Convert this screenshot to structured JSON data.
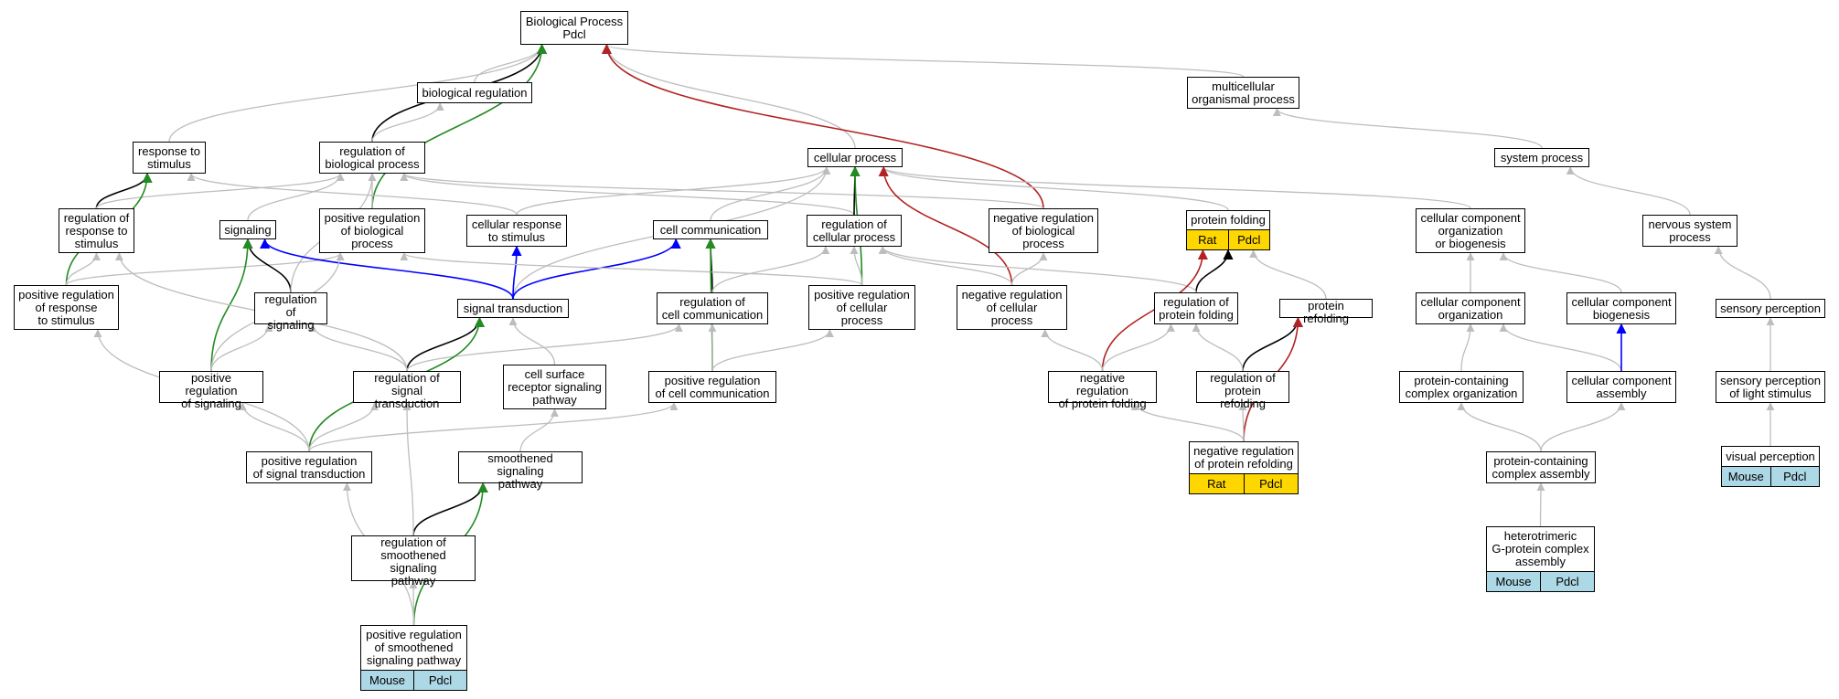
{
  "colors": {
    "is_a": "#bdbdbd",
    "part_of": "#000000",
    "positively_regulates": "#228b22",
    "negatively_regulates": "#b22222",
    "regulates": "#0000ff",
    "annotation_rat": "#ffd700",
    "annotation_mouse": "#add8e6"
  },
  "nodes": {
    "bp": {
      "label": "Biological Process\nPdcl"
    },
    "bioreg": {
      "label": "biological regulation"
    },
    "multi": {
      "label": "multicellular\norganismal process"
    },
    "resp": {
      "label": "response to\nstimulus"
    },
    "regbp": {
      "label": "regulation of\nbiological process"
    },
    "cellproc": {
      "label": "cellular process"
    },
    "sysproc": {
      "label": "system process"
    },
    "regresp": {
      "label": "regulation of\nresponse to\nstimulus"
    },
    "signaling": {
      "label": "signaling"
    },
    "posregbp": {
      "label": "positive regulation\nof biological\nprocess"
    },
    "cellresp": {
      "label": "cellular response\nto stimulus"
    },
    "cellcomm": {
      "label": "cell communication"
    },
    "regcellproc": {
      "label": "regulation of\ncellular process"
    },
    "negregbp": {
      "label": "negative regulation\nof biological\nprocess"
    },
    "protfold": {
      "label": "protein folding",
      "annotations": [
        "Rat",
        "Pdcl"
      ]
    },
    "ccob": {
      "label": "cellular component\norganization\nor biogenesis"
    },
    "nerv": {
      "label": "nervous system\nprocess"
    },
    "posregresp": {
      "label": "positive regulation\nof response\nto stimulus"
    },
    "regsig": {
      "label": "regulation of\nsignaling"
    },
    "sigtrans": {
      "label": "signal transduction"
    },
    "regcellcomm": {
      "label": "regulation of\ncell communication"
    },
    "posregcellproc": {
      "label": "positive regulation\nof cellular\nprocess"
    },
    "negregcellproc": {
      "label": "negative regulation\nof cellular\nprocess"
    },
    "regprotfold": {
      "label": "regulation of\nprotein folding"
    },
    "protrefold": {
      "label": "protein refolding"
    },
    "ccorg": {
      "label": "cellular component\norganization"
    },
    "ccbio": {
      "label": "cellular component\nbiogenesis"
    },
    "sensperc": {
      "label": "sensory perception"
    },
    "posregsig": {
      "label": "positive regulation\nof signaling"
    },
    "regsigtrans": {
      "label": "regulation of\nsignal transduction"
    },
    "cellsurf": {
      "label": "cell surface\nreceptor signaling\npathway"
    },
    "posregcellcomm": {
      "label": "positive regulation\nof cell communication"
    },
    "negregprotfold": {
      "label": "negative regulation\nof protein folding"
    },
    "regprotrefold": {
      "label": "regulation of\nprotein refolding"
    },
    "pcorg": {
      "label": "protein-containing\ncomplex organization"
    },
    "ccasm": {
      "label": "cellular component\nassembly"
    },
    "senslight": {
      "label": "sensory perception\nof light stimulus"
    },
    "posregsigtrans": {
      "label": "positive regulation\nof signal transduction"
    },
    "smooth": {
      "label": "smoothened signaling\npathway"
    },
    "negregprotrefold": {
      "label": "negative regulation\nof protein refolding",
      "annotations": [
        "Rat",
        "Pdcl"
      ]
    },
    "pcasm": {
      "label": "protein-containing\ncomplex assembly"
    },
    "visperc": {
      "label": "visual perception",
      "annotations": [
        "Mouse",
        "Pdcl"
      ]
    },
    "regsmooth": {
      "label": "regulation of\nsmoothened signaling\npathway"
    },
    "hetero": {
      "label": "heterotrimeric\nG-protein complex\nassembly",
      "annotations": [
        "Mouse",
        "Pdcl"
      ]
    },
    "posregsmooth": {
      "label": "positive regulation\nof smoothened\nsignaling pathway",
      "annotations": [
        "Mouse",
        "Pdcl"
      ]
    }
  },
  "edges": [
    {
      "from": "bioreg",
      "to": "bp",
      "type": "is_a"
    },
    {
      "from": "multi",
      "to": "bp",
      "type": "is_a"
    },
    {
      "from": "resp",
      "to": "bp",
      "type": "is_a"
    },
    {
      "from": "regbp",
      "to": "bp",
      "type": "part_of"
    },
    {
      "from": "regbp",
      "to": "bioreg",
      "type": "is_a"
    },
    {
      "from": "posregbp",
      "to": "bp",
      "type": "positively_regulates"
    },
    {
      "from": "cellproc",
      "to": "bp",
      "type": "is_a"
    },
    {
      "from": "negregbp",
      "to": "bp",
      "type": "negatively_regulates"
    },
    {
      "from": "sysproc",
      "to": "multi",
      "type": "is_a"
    },
    {
      "from": "regresp",
      "to": "resp",
      "type": "part_of"
    },
    {
      "from": "regresp",
      "to": "regbp",
      "type": "is_a"
    },
    {
      "from": "cellresp",
      "to": "resp",
      "type": "is_a"
    },
    {
      "from": "signaling",
      "to": "regbp",
      "type": "is_a"
    },
    {
      "from": "posregbp",
      "to": "regbp",
      "type": "is_a"
    },
    {
      "from": "regcellproc",
      "to": "regbp",
      "type": "is_a"
    },
    {
      "from": "negregbp",
      "to": "regbp",
      "type": "is_a"
    },
    {
      "from": "cellresp",
      "to": "cellproc",
      "type": "is_a"
    },
    {
      "from": "cellcomm",
      "to": "cellproc",
      "type": "is_a"
    },
    {
      "from": "regcellproc",
      "to": "cellproc",
      "type": "part_of"
    },
    {
      "from": "protfold",
      "to": "cellproc",
      "type": "is_a"
    },
    {
      "from": "ccob",
      "to": "cellproc",
      "type": "is_a"
    },
    {
      "from": "sigtrans",
      "to": "cellproc",
      "type": "is_a"
    },
    {
      "from": "posregcellproc",
      "to": "cellproc",
      "type": "positively_regulates"
    },
    {
      "from": "negregcellproc",
      "to": "cellproc",
      "type": "negatively_regulates"
    },
    {
      "from": "nerv",
      "to": "sysproc",
      "type": "is_a"
    },
    {
      "from": "posregresp",
      "to": "resp",
      "type": "positively_regulates"
    },
    {
      "from": "posregresp",
      "to": "regresp",
      "type": "is_a"
    },
    {
      "from": "posregresp",
      "to": "posregbp",
      "type": "is_a"
    },
    {
      "from": "regsig",
      "to": "signaling",
      "type": "part_of"
    },
    {
      "from": "regsig",
      "to": "regbp",
      "type": "is_a"
    },
    {
      "from": "sigtrans",
      "to": "signaling",
      "type": "regulates"
    },
    {
      "from": "sigtrans",
      "to": "cellresp",
      "type": "regulates"
    },
    {
      "from": "sigtrans",
      "to": "cellcomm",
      "type": "regulates"
    },
    {
      "from": "regcellcomm",
      "to": "cellcomm",
      "type": "part_of"
    },
    {
      "from": "regcellcomm",
      "to": "regcellproc",
      "type": "is_a"
    },
    {
      "from": "posregcellproc",
      "to": "regcellproc",
      "type": "is_a"
    },
    {
      "from": "posregcellproc",
      "to": "posregbp",
      "type": "is_a"
    },
    {
      "from": "negregcellproc",
      "to": "regcellproc",
      "type": "is_a"
    },
    {
      "from": "negregcellproc",
      "to": "negregbp",
      "type": "is_a"
    },
    {
      "from": "regprotfold",
      "to": "protfold",
      "type": "part_of"
    },
    {
      "from": "regprotfold",
      "to": "regcellproc",
      "type": "is_a"
    },
    {
      "from": "protrefold",
      "to": "protfold",
      "type": "is_a"
    },
    {
      "from": "ccorg",
      "to": "ccob",
      "type": "is_a"
    },
    {
      "from": "ccbio",
      "to": "ccob",
      "type": "is_a"
    },
    {
      "from": "sensperc",
      "to": "nerv",
      "type": "is_a"
    },
    {
      "from": "posregsig",
      "to": "signaling",
      "type": "positively_regulates"
    },
    {
      "from": "posregsig",
      "to": "regsig",
      "type": "is_a"
    },
    {
      "from": "posregsig",
      "to": "posregbp",
      "type": "is_a"
    },
    {
      "from": "regsigtrans",
      "to": "sigtrans",
      "type": "part_of"
    },
    {
      "from": "regsigtrans",
      "to": "regsig",
      "type": "is_a"
    },
    {
      "from": "regsigtrans",
      "to": "regresp",
      "type": "is_a"
    },
    {
      "from": "regsigtrans",
      "to": "regcellcomm",
      "type": "is_a"
    },
    {
      "from": "cellsurf",
      "to": "sigtrans",
      "type": "is_a"
    },
    {
      "from": "posregcellcomm",
      "to": "cellcomm",
      "type": "positively_regulates"
    },
    {
      "from": "posregcellcomm",
      "to": "regcellcomm",
      "type": "is_a"
    },
    {
      "from": "posregcellcomm",
      "to": "posregcellproc",
      "type": "is_a"
    },
    {
      "from": "negregprotfold",
      "to": "protfold",
      "type": "negatively_regulates"
    },
    {
      "from": "negregprotfold",
      "to": "regprotfold",
      "type": "is_a"
    },
    {
      "from": "negregprotfold",
      "to": "negregcellproc",
      "type": "is_a"
    },
    {
      "from": "regprotrefold",
      "to": "protrefold",
      "type": "part_of"
    },
    {
      "from": "regprotrefold",
      "to": "regprotfold",
      "type": "is_a"
    },
    {
      "from": "pcorg",
      "to": "ccorg",
      "type": "is_a"
    },
    {
      "from": "ccasm",
      "to": "ccorg",
      "type": "is_a"
    },
    {
      "from": "ccasm",
      "to": "ccbio",
      "type": "regulates"
    },
    {
      "from": "senslight",
      "to": "sensperc",
      "type": "is_a"
    },
    {
      "from": "posregsigtrans",
      "to": "sigtrans",
      "type": "positively_regulates"
    },
    {
      "from": "posregsigtrans",
      "to": "posregsig",
      "type": "is_a"
    },
    {
      "from": "posregsigtrans",
      "to": "regsigtrans",
      "type": "is_a"
    },
    {
      "from": "posregsigtrans",
      "to": "posregresp",
      "type": "is_a"
    },
    {
      "from": "posregsigtrans",
      "to": "posregcellcomm",
      "type": "is_a"
    },
    {
      "from": "smooth",
      "to": "cellsurf",
      "type": "is_a"
    },
    {
      "from": "negregprotrefold",
      "to": "protrefold",
      "type": "negatively_regulates"
    },
    {
      "from": "negregprotrefold",
      "to": "regprotrefold",
      "type": "is_a"
    },
    {
      "from": "negregprotrefold",
      "to": "negregprotfold",
      "type": "is_a"
    },
    {
      "from": "pcasm",
      "to": "pcorg",
      "type": "is_a"
    },
    {
      "from": "pcasm",
      "to": "ccasm",
      "type": "is_a"
    },
    {
      "from": "visperc",
      "to": "senslight",
      "type": "is_a"
    },
    {
      "from": "regsmooth",
      "to": "smooth",
      "type": "part_of"
    },
    {
      "from": "regsmooth",
      "to": "regsigtrans",
      "type": "is_a"
    },
    {
      "from": "hetero",
      "to": "pcasm",
      "type": "is_a"
    },
    {
      "from": "posregsmooth",
      "to": "smooth",
      "type": "positively_regulates"
    },
    {
      "from": "posregsmooth",
      "to": "regsmooth",
      "type": "is_a"
    },
    {
      "from": "posregsmooth",
      "to": "posregsigtrans",
      "type": "is_a"
    }
  ]
}
